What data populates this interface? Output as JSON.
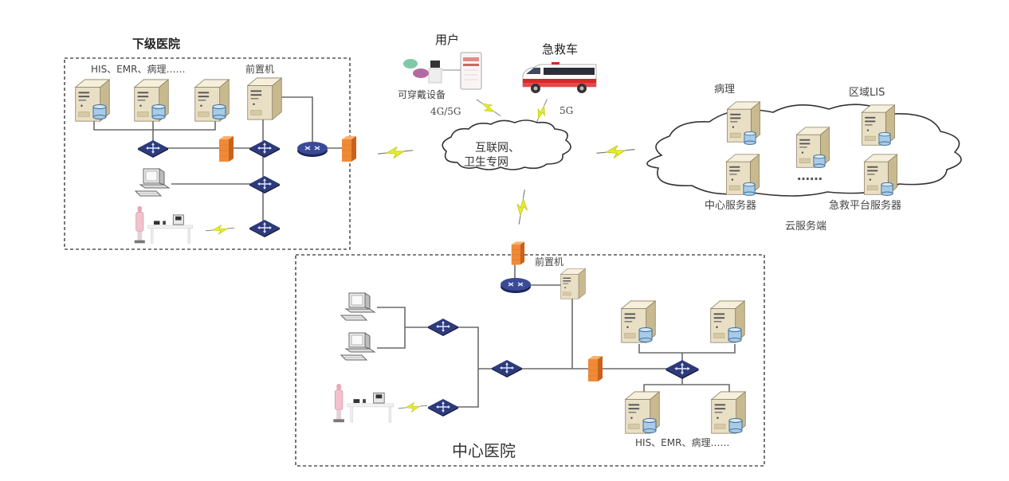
{
  "diagram": {
    "lower_hospital": {
      "title": "下级医院",
      "servers_label": "HIS、EMR、病理……",
      "front_end_label": "前置机"
    },
    "user": {
      "title": "用户",
      "wearable_label": "可穿戴设备",
      "link_label": "4G/5G"
    },
    "ambulance": {
      "title": "急救车",
      "link_label": "5G"
    },
    "internet_cloud": {
      "line1": "互联网、",
      "line2": "卫生专网"
    },
    "cloud_server": {
      "title": "云服务端",
      "pathology_label": "病理",
      "regional_lis_label": "区域LIS",
      "ellipsis_label": "……",
      "central_server_label": "中心服务器",
      "emergency_server_label": "急救平台服务器"
    },
    "central_hospital": {
      "title": "中心医院",
      "front_end_label": "前置机",
      "servers_label": "HIS、EMR、病理……"
    },
    "colors": {
      "server_body": "#e9dfc4",
      "database": "#a8cbe8",
      "switch": "#2d3a7c",
      "firewall": "#f08a36",
      "lightning": "#e6ee2a"
    },
    "icons": [
      "server-icon",
      "database-icon",
      "switch-icon",
      "router-icon",
      "firewall-icon",
      "workstation-icon",
      "medical-device-icon",
      "lightning-icon",
      "ambulance-icon",
      "smartphone-icon",
      "wearable-icon",
      "cloud-icon"
    ]
  }
}
